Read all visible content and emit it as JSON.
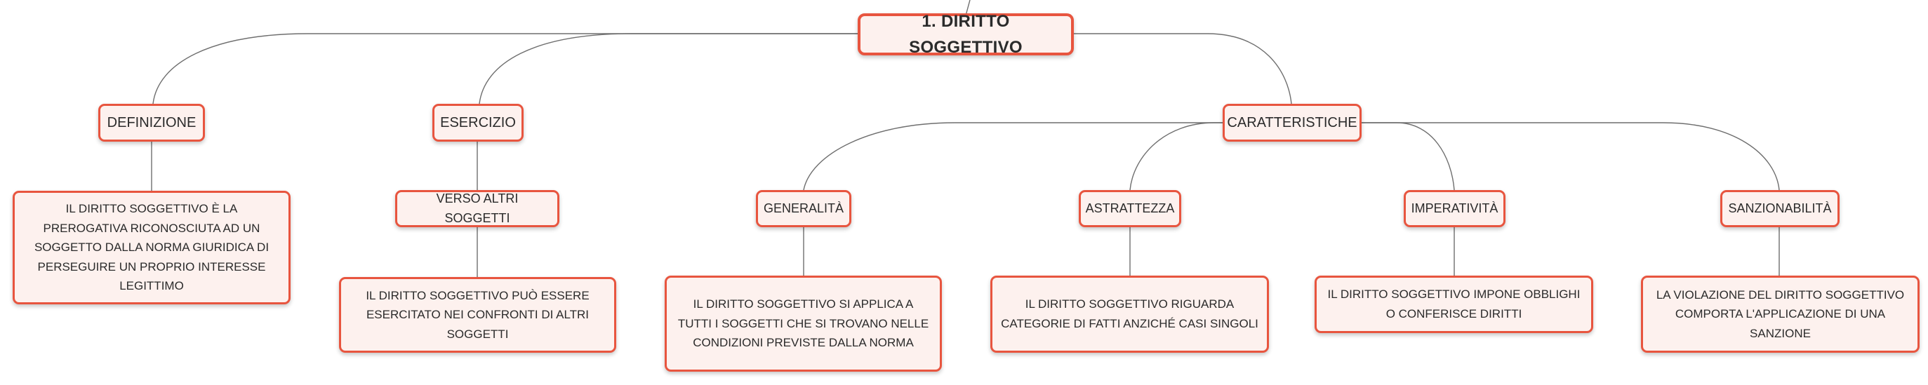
{
  "root": {
    "label": "1. DIRITTO SOGGETTIVO"
  },
  "definizione": {
    "label": "DEFINIZIONE",
    "text": "IL DIRITTO SOGGETTIVO È LA PREROGATIVA RICONOSCIUTA AD UN SOGGETTO DALLA NORMA GIURIDICA DI PERSEGUIRE UN PROPRIO INTERESSE LEGITTIMO"
  },
  "esercizio": {
    "label": "ESERCIZIO",
    "child_label": "VERSO ALTRI SOGGETTI",
    "text": "IL DIRITTO SOGGETTIVO PUÒ ESSERE ESERCITATO NEI CONFRONTI DI ALTRI SOGGETTI"
  },
  "caratteristiche": {
    "label": "CARATTERISTICHE",
    "items": [
      {
        "label": "GENERALITÀ",
        "text": "IL DIRITTO SOGGETTIVO SI APPLICA A TUTTI I SOGGETTI CHE SI TROVANO NELLE CONDIZIONI PREVISTE DALLA NORMA"
      },
      {
        "label": "ASTRATTEZZA",
        "text": "IL DIRITTO SOGGETTIVO RIGUARDA CATEGORIE DI FATTI ANZICHÉ CASI SINGOLI"
      },
      {
        "label": "IMPERATIVITÀ",
        "text": "IL DIRITTO SOGGETTIVO IMPONE OBBLIGHI O CONFERISCE DIRITTI"
      },
      {
        "label": "SANZIONABILITÀ",
        "text": "LA VIOLAZIONE DEL DIRITTO SOGGETTIVO COMPORTA L'APPLICAZIONE DI UNA SANZIONE"
      }
    ]
  },
  "colors": {
    "border": "#e8553f",
    "fill": "#fdf1ee",
    "line": "#6e6e6e"
  }
}
